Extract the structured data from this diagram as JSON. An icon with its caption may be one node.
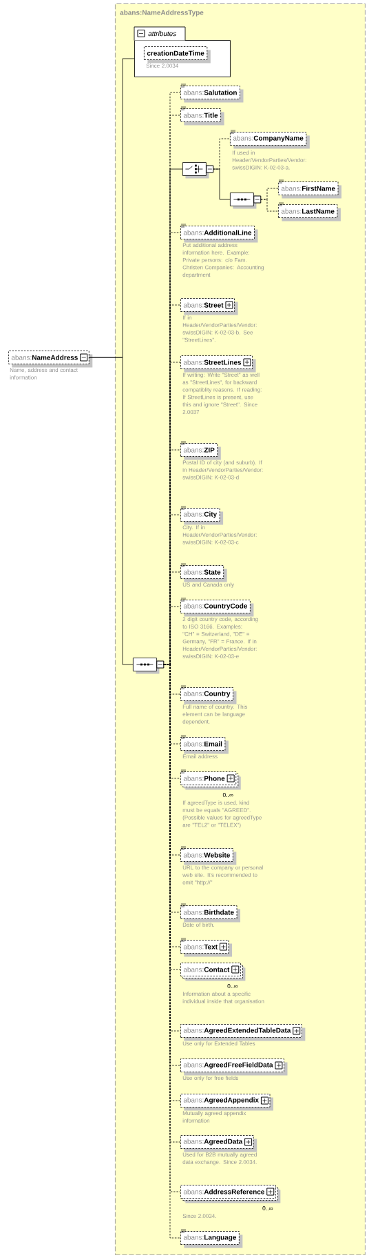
{
  "diagram": {
    "nodes": [
      {
        "text": [
          "abans:NameAddressType"
        ]
      },
      {
        "text": [
          "abans:**NameAddress**"
        ],
        "beside": [
          "Name, address and contact information"
        ]
      },
      {
        "text": [
          "attributes"
        ],
        "in": 0
      },
      {
        "text": [
          "creationDateTime"
        ],
        "beside": [
          "Since 2.0034"
        ],
        "in": 2
      },
      {
        "text": [],
        "shape": "hexagon",
        "in": 0
      },
      {
        "text": [
          "abans:**Salutation**"
        ],
        "in": 0
      },
      {
        "text": [
          "abans:**Title**"
        ],
        "in": 0
      },
      {
        "text": [],
        "shape": "hexagon",
        "in": 0
      },
      {
        "text": [
          "abans:**CompanyName**"
        ],
        "beside": [
          "If used in Header/VendorParties/Vendor: swissDIGIN: K-02-03-a."
        ],
        "in": 0
      },
      {
        "text": [],
        "shape": "hexagon",
        "in": 0
      },
      {
        "text": [
          "abans:**FirstName**"
        ],
        "in": 0
      },
      {
        "text": [
          "abans:**LastName**"
        ],
        "in": 0
      },
      {
        "text": [
          "abans:**AdditionalLine**"
        ],
        "beside": [
          "Put additional address information here. Example: Private persons: c/o Fam. Christen Companies: Accounting department"
        ],
        "in": 0
      },
      {
        "text": [
          "abans:**Street**"
        ],
        "beside": [
          "If in Header/VendorParties/Vendor: swissDIGIN: K-02-03-b. See \"StreetLines\"."
        ],
        "in": 0
      },
      {
        "text": [
          "abans:**StreetLines**"
        ],
        "beside": [
          "If writing: Write \"Street\" as well as \"StreetLines\", for backward compatiblity reasons. If reading: If StreetLines is present, use this and ignore \"Street\". Since 2.0037"
        ],
        "in": 0
      },
      {
        "text": [
          "abans:**ZIP**"
        ],
        "beside": [
          "Postal ID of city (and suburb). If in Header/VendorParties/Vendor: swissDIGIN: K-02-03-d"
        ],
        "in": 0
      },
      {
        "text": [
          "abans:**City**"
        ],
        "beside": [
          "City. If in Header/VendorParties/Vendor: swissDIGIN: K-02-03-c"
        ],
        "in": 0
      },
      {
        "text": [
          "abans:**State**"
        ],
        "beside": [
          "US and Canada only"
        ],
        "in": 0
      },
      {
        "text": [
          "abans:**CountryCode**"
        ],
        "beside": [
          "2 digit country code, according to ISO 3166. Examples: \"CH\" = Switzerland, \"DE\" = Germany, \"FR\" = France. If in Header/VendorParties/Vendor: swissDIGIN: K-02-03-e"
        ],
        "in": 0
      },
      {
        "text": [
          "abans:**Country**"
        ],
        "beside": [
          "Full name of country. This element can be language dependent."
        ],
        "in": 0
      },
      {
        "text": [
          "abans:**Email**"
        ],
        "beside": [
          "Email address"
        ],
        "in": 0
      },
      {
        "text": [
          "abans:**Phone**"
        ],
        "beside": [
          "0..∞",
          "If agreedType is used, kind must be equals \"AGREED\". (Possible values for agreedType are \"TEL2\" or \"TELEX\")"
        ],
        "in": 0
      },
      {
        "text": [
          "abans:**Website**"
        ],
        "beside": [
          "URL to the company or personal web site. It's recommended to omit \"http://\""
        ],
        "in": 0
      },
      {
        "text": [
          "abans:**Birthdate**"
        ],
        "beside": [
          "Date of birth."
        ],
        "in": 0
      },
      {
        "text": [
          "abans:**Text**"
        ],
        "in": 0
      },
      {
        "text": [
          "abans:**Contact**"
        ],
        "beside": [
          "0..∞",
          "Information about a specific individual inside that organisation"
        ],
        "in": 0
      },
      {
        "text": [
          "abans:**AgreedExtendedTableData**"
        ],
        "beside": [
          "Use only for Extended Tables"
        ],
        "in": 0
      },
      {
        "text": [
          "abans:**AgreedFreeFieldData**"
        ],
        "beside": [
          "Use only for free fields"
        ],
        "in": 0
      },
      {
        "text": [
          "abans:**AgreedAppendix**"
        ],
        "beside": [
          "Mutually agreed appendix information"
        ],
        "in": 0
      },
      {
        "text": [
          "abans:**AgreedData**"
        ],
        "beside": [
          "Used for B2B mutually agreed data exchange. Since 2.0034."
        ],
        "in": 0
      },
      {
        "text": [
          "abans:**AddressReference**"
        ],
        "beside": [
          "0..∞",
          "Since 2.0034."
        ],
        "in": 0
      },
      {
        "text": [
          "abans:**Language**"
        ],
        "in": 0
      }
    ],
    "edges": [
      {
        "from": 1,
        "to": 2,
        "arrow": "none"
      },
      {
        "from": 1,
        "to": 4,
        "arrow": "none"
      },
      {
        "from": 4,
        "to": 5,
        "arrow": "none",
        "style": "dashed"
      },
      {
        "from": 4,
        "to": 6,
        "arrow": "none",
        "style": "dashed"
      },
      {
        "from": 4,
        "to": 7,
        "arrow": "none"
      },
      {
        "from": 7,
        "to": 8,
        "arrow": "none",
        "style": "dashed"
      },
      {
        "from": 7,
        "to": 9,
        "arrow": "none"
      },
      {
        "from": 9,
        "to": 10,
        "arrow": "none",
        "style": "dashed"
      },
      {
        "from": 9,
        "to": 11,
        "arrow": "none",
        "style": "dashed"
      },
      {
        "from": 4,
        "to": 12,
        "arrow": "none",
        "style": "dashed"
      },
      {
        "from": 4,
        "to": 13,
        "arrow": "none",
        "style": "dashed"
      },
      {
        "from": 4,
        "to": 14,
        "arrow": "none",
        "style": "dashed"
      },
      {
        "from": 4,
        "to": 15,
        "arrow": "none",
        "style": "dashed"
      },
      {
        "from": 4,
        "to": 16,
        "arrow": "none",
        "style": "dashed"
      },
      {
        "from": 4,
        "to": 17,
        "arrow": "none",
        "style": "dashed"
      },
      {
        "from": 4,
        "to": 18,
        "arrow": "none",
        "style": "dashed"
      },
      {
        "from": 4,
        "to": 19,
        "arrow": "none",
        "style": "dashed"
      },
      {
        "from": 4,
        "to": 20,
        "arrow": "none",
        "style": "dashed"
      },
      {
        "from": 4,
        "to": 21,
        "arrow": "none",
        "style": "dashed"
      },
      {
        "from": 4,
        "to": 22,
        "arrow": "none",
        "style": "dashed"
      },
      {
        "from": 4,
        "to": 23,
        "arrow": "none",
        "style": "dashed"
      },
      {
        "from": 4,
        "to": 24,
        "arrow": "none",
        "style": "dashed"
      },
      {
        "from": 4,
        "to": 25,
        "arrow": "none",
        "style": "dashed"
      },
      {
        "from": 4,
        "to": 26,
        "arrow": "none",
        "style": "dashed"
      },
      {
        "from": 4,
        "to": 27,
        "arrow": "none",
        "style": "dashed"
      },
      {
        "from": 4,
        "to": 28,
        "arrow": "none",
        "style": "dashed"
      },
      {
        "from": 4,
        "to": 29,
        "arrow": "none",
        "style": "dashed"
      },
      {
        "from": 4,
        "to": 30,
        "arrow": "none",
        "style": "dashed"
      },
      {
        "from": 4,
        "to": 31,
        "arrow": "none",
        "style": "dashed"
      }
    ]
  }
}
